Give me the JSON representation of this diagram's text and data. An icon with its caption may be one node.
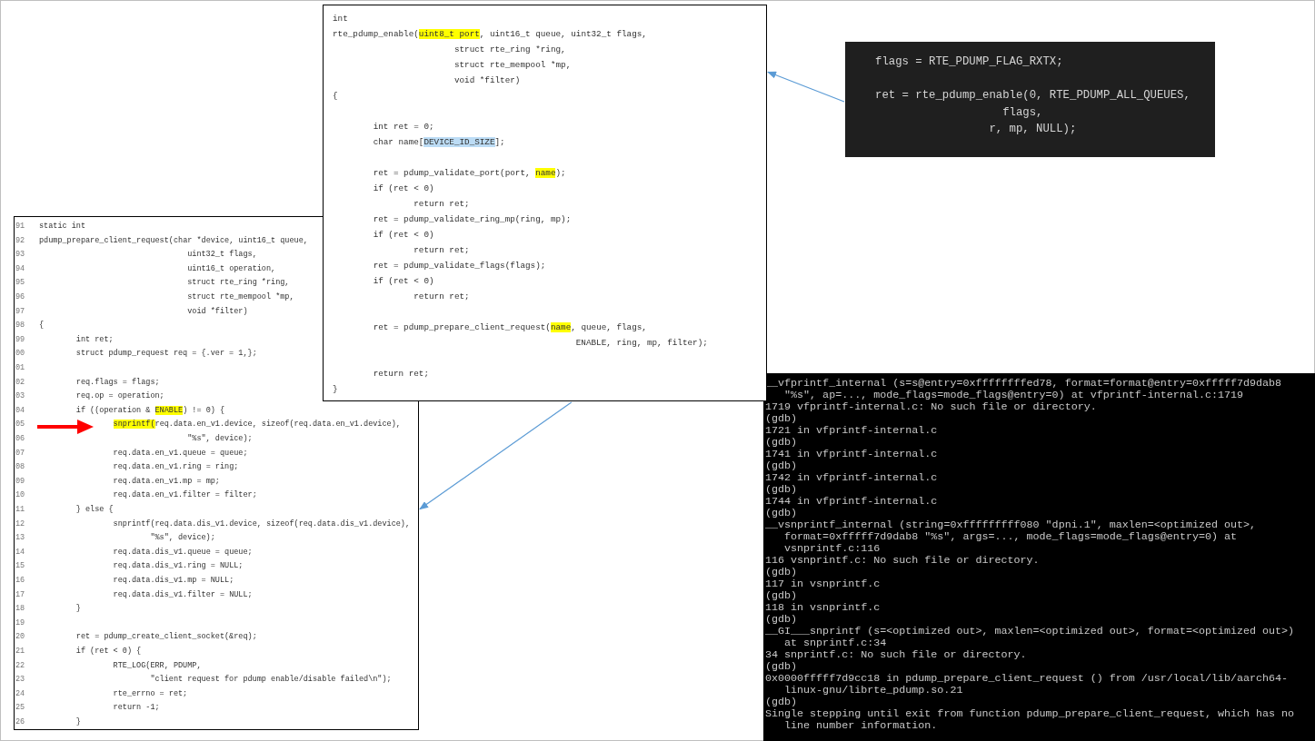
{
  "diagram": {
    "nodes": [
      {
        "text": [
          "int",
          "rte_pdump_enable(uint8_t port, uint16_t queue, uint32_t flags,",
          "struct rte_ring *ring,",
          "struct rte_mempool *mp,",
          "void *filter)",
          "{",
          "int ret = 0;",
          "char name[DEVICE_ID_SIZE];",
          "ret = pdump_validate_port(port, name);",
          "if (ret < 0)",
          "return ret;",
          "ret = pdump_validate_ring_mp(ring, mp);",
          "if (ret < 0)",
          "return ret;",
          "ret = pdump_validate_flags(flags);",
          "if (ret < 0)",
          "return ret;",
          "ret = pdump_prepare_client_request(name, queue, flags,",
          "ENABLE, ring, mp, filter);",
          "return ret;",
          "}"
        ]
      },
      {
        "text": [
          "flags = RTE_PDUMP_FLAG_RXTX;",
          "ret = rte_pdump_enable(0, RTE_PDUMP_ALL_QUEUES,",
          "flags,",
          "r, mp, NULL);"
        ]
      },
      {
        "text": [
          "91 static int",
          "92 pdump_prepare_client_request(char *device, uint16_t queue,",
          "93 uint32_t flags,",
          "94 uint16_t operation,",
          "95 struct rte_ring *ring,",
          "96 struct rte_mempool *mp,",
          "97 void *filter)",
          "98 {",
          "99 int ret;",
          "00 struct pdump_request req = {.ver = 1,};",
          "01",
          "02 req.flags = flags;",
          "03 req.op = operation;",
          "04 if ((operation & ENABLE) != 0) {",
          "05 snprintf(req.data.en_v1.device, sizeof(req.data.en_v1.device),",
          "06 \"%s\", device);",
          "07 req.data.en_v1.queue = queue;",
          "08 req.data.en_v1.ring = ring;",
          "09 req.data.en_v1.mp = mp;",
          "10 req.data.en_v1.filter = filter;",
          "11 } else {",
          "12 snprintf(req.data.dis_v1.device, sizeof(req.data.dis_v1.device),",
          "13 \"%s\", device);",
          "14 req.data.dis_v1.queue = queue;",
          "15 req.data.dis_v1.ring = NULL;",
          "16 req.data.dis_v1.mp = NULL;",
          "17 req.data.dis_v1.filter = NULL;",
          "18 }",
          "19",
          "20 ret = pdump_create_client_socket(&req);",
          "21 if (ret < 0) {",
          "22 RTE_LOG(ERR, PDUMP,",
          "23 \"client request for pdump enable/disable failed\\n\");",
          "24 rte_errno = ret;",
          "25 return -1;",
          "26 }"
        ]
      },
      {
        "text": [
          "__vfprintf_internal (s=s@entry=0xffffffffed78, format=format@entry=0xfffff7d9dab8 \"%s\", ap=..., mode_flags=mode_flags@entry=0) at vfprintf-internal.c:1719",
          "1719 vfprintf-internal.c: No such file or directory.",
          "(gdb)",
          "1721 in vfprintf-internal.c",
          "(gdb)",
          "1741 in vfprintf-internal.c",
          "(gdb)",
          "1742 in vfprintf-internal.c",
          "(gdb)",
          "1744 in vfprintf-internal.c",
          "(gdb)",
          "__vsnprintf_internal (string=0xfffffffff080 \"dpni.1\", maxlen=<optimized out>, format=0xfffff7d9dab8 \"%s\", args=..., mode_flags=mode_flags@entry=0) at vsnprintf.c:116",
          "116 vsnprintf.c: No such file or directory.",
          "(gdb)",
          "117 in vsnprintf.c",
          "(gdb)",
          "118 in vsnprintf.c",
          "(gdb)",
          "__GI___snprintf (s=<optimized out>, maxlen=<optimized out>, format=<optimized out>) at snprintf.c:34",
          "34 snprintf.c: No such file or directory.",
          "(gdb)",
          "0x0000fffff7d9cc18 in pdump_prepare_client_request () from /usr/local/lib/aarch64-linux-gnu/librte_pdump.so.21",
          "(gdb)",
          "Single stepping until exit from function pdump_prepare_client_request, which has no line number information."
        ]
      }
    ],
    "edges": [
      {
        "from": 1,
        "to": 0,
        "arrow": "to"
      },
      {
        "from": 0,
        "to": 2,
        "arrow": "to"
      }
    ]
  }
}
